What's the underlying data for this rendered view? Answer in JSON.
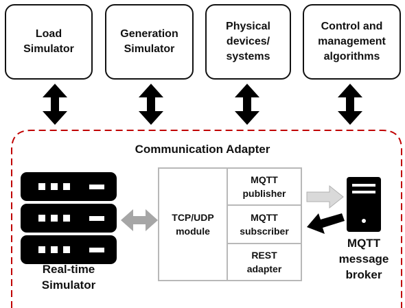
{
  "top_components": [
    {
      "label": "Load\nSimulator"
    },
    {
      "label": "Generation\nSimulator"
    },
    {
      "label": "Physical\ndevices/\nsystems"
    },
    {
      "label": "Control and\nmanagement\nalgorithms"
    }
  ],
  "adapter": {
    "title": "Communication Adapter",
    "tcp_module": "TCP/UDP\nmodule",
    "publisher": "MQTT\npublisher",
    "subscriber": "MQTT\nsubscriber",
    "rest": "REST\nadapter"
  },
  "real_time_simulator": {
    "label": "Real-time\nSimulator"
  },
  "broker": {
    "label": "MQTT\nmessage\nbroker"
  },
  "colors": {
    "dashed_border": "#c00000",
    "gray_arrow": "#a6a6a6",
    "module_border": "#b8b8b8",
    "black": "#000000"
  }
}
